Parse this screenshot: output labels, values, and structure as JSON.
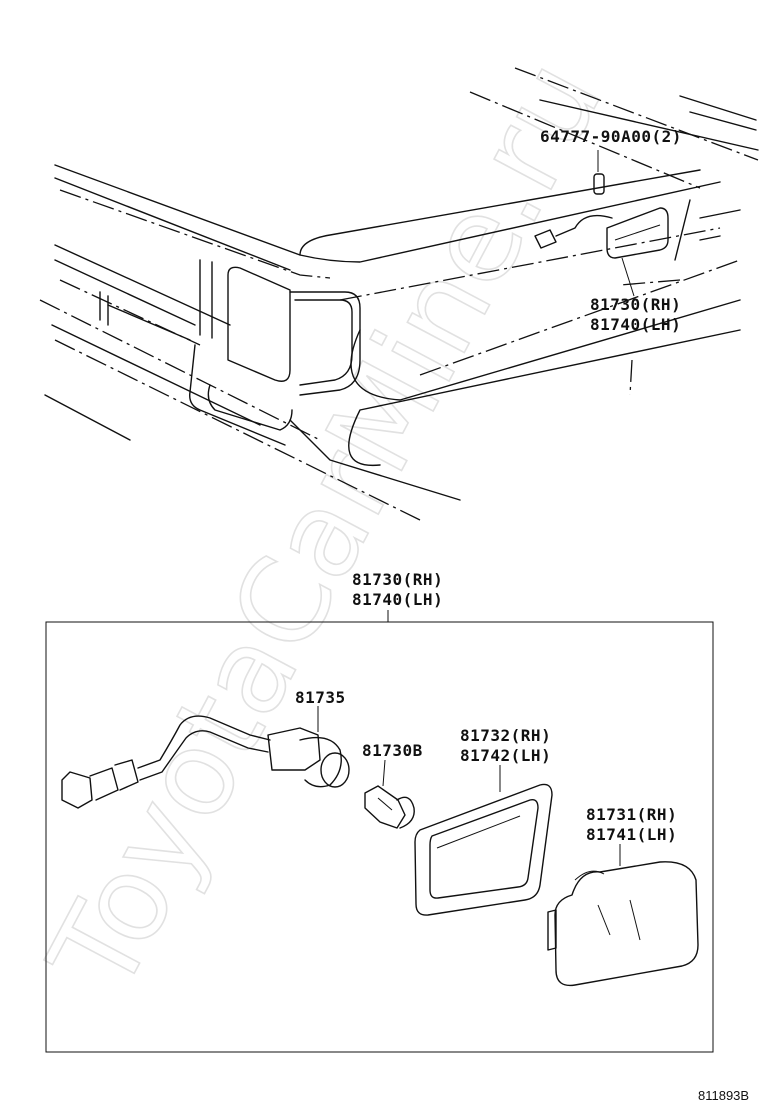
{
  "watermark": "ToyotaCarMine.ru",
  "figure_code": "811893B",
  "upper": {
    "clip_label": "64777-90A00(2)",
    "lamp_rh": "81730(RH)",
    "lamp_lh": "81740(LH)"
  },
  "lower": {
    "assy_rh": "81730(RH)",
    "assy_lh": "81740(LH)",
    "socket": "81735",
    "bulb": "81730B",
    "gasket_rh": "81732(RH)",
    "gasket_lh": "81742(LH)",
    "lens_rh": "81731(RH)",
    "lens_lh": "81741(LH)"
  }
}
